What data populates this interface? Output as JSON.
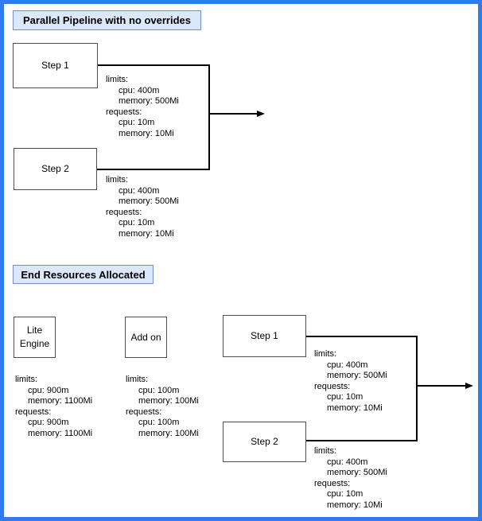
{
  "diagram": {
    "colors": {
      "frame": "#2f7cee",
      "title_bg": "#dbe8fc",
      "title_border": "#7290c4",
      "box_border": "#4d4d4d",
      "line": "#000000"
    },
    "top": {
      "title": "Parallel Pipeline with no overrides",
      "nodes": [
        {
          "label": "Step 1",
          "resources": [
            "limits:",
            "cpu: 400m",
            "memory: 500Mi",
            "requests:",
            "cpu: 10m",
            "memory: 10Mi"
          ]
        },
        {
          "label": "Step 2",
          "resources": [
            "limits:",
            "cpu: 400m",
            "memory: 500Mi",
            "requests:",
            "cpu: 10m",
            "memory: 10Mi"
          ]
        }
      ]
    },
    "bottom": {
      "title": "End Resources Allocated",
      "nodes": [
        {
          "label": "Lite Engine",
          "resources": [
            "limits:",
            "cpu: 900m",
            "memory: 1100Mi",
            "requests:",
            "cpu: 900m",
            "memory: 1100Mi"
          ]
        },
        {
          "label": "Add on",
          "resources": [
            "limits:",
            "cpu: 100m",
            "memory: 100Mi",
            "requests:",
            "cpu: 100m",
            "memory: 100Mi"
          ]
        },
        {
          "label": "Step 1",
          "resources": [
            "limits:",
            "cpu: 400m",
            "memory: 500Mi",
            "requests:",
            "cpu: 10m",
            "memory: 10Mi"
          ]
        },
        {
          "label": "Step 2",
          "resources": [
            "limits:",
            "cpu: 400m",
            "memory: 500Mi",
            "requests:",
            "cpu: 10m",
            "memory: 10Mi"
          ]
        }
      ]
    }
  }
}
